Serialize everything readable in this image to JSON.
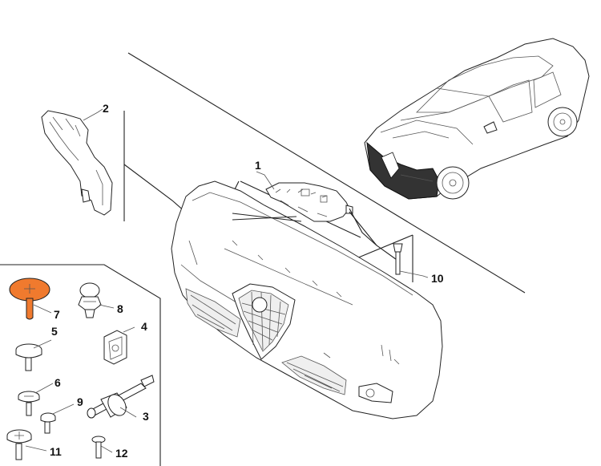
{
  "diagram": {
    "callouts": [
      {
        "id": "1",
        "label": "1"
      },
      {
        "id": "2",
        "label": "2"
      },
      {
        "id": "3",
        "label": "3"
      },
      {
        "id": "4",
        "label": "4"
      },
      {
        "id": "5",
        "label": "5"
      },
      {
        "id": "6",
        "label": "6"
      },
      {
        "id": "7",
        "label": "7"
      },
      {
        "id": "8",
        "label": "8"
      },
      {
        "id": "9",
        "label": "9"
      },
      {
        "id": "10",
        "label": "10"
      },
      {
        "id": "11",
        "label": "11"
      },
      {
        "id": "12",
        "label": "12"
      }
    ],
    "highlight_part": "7",
    "colors": {
      "highlight": "#f07a2e",
      "line": "#222222",
      "background": "#ffffff"
    }
  }
}
